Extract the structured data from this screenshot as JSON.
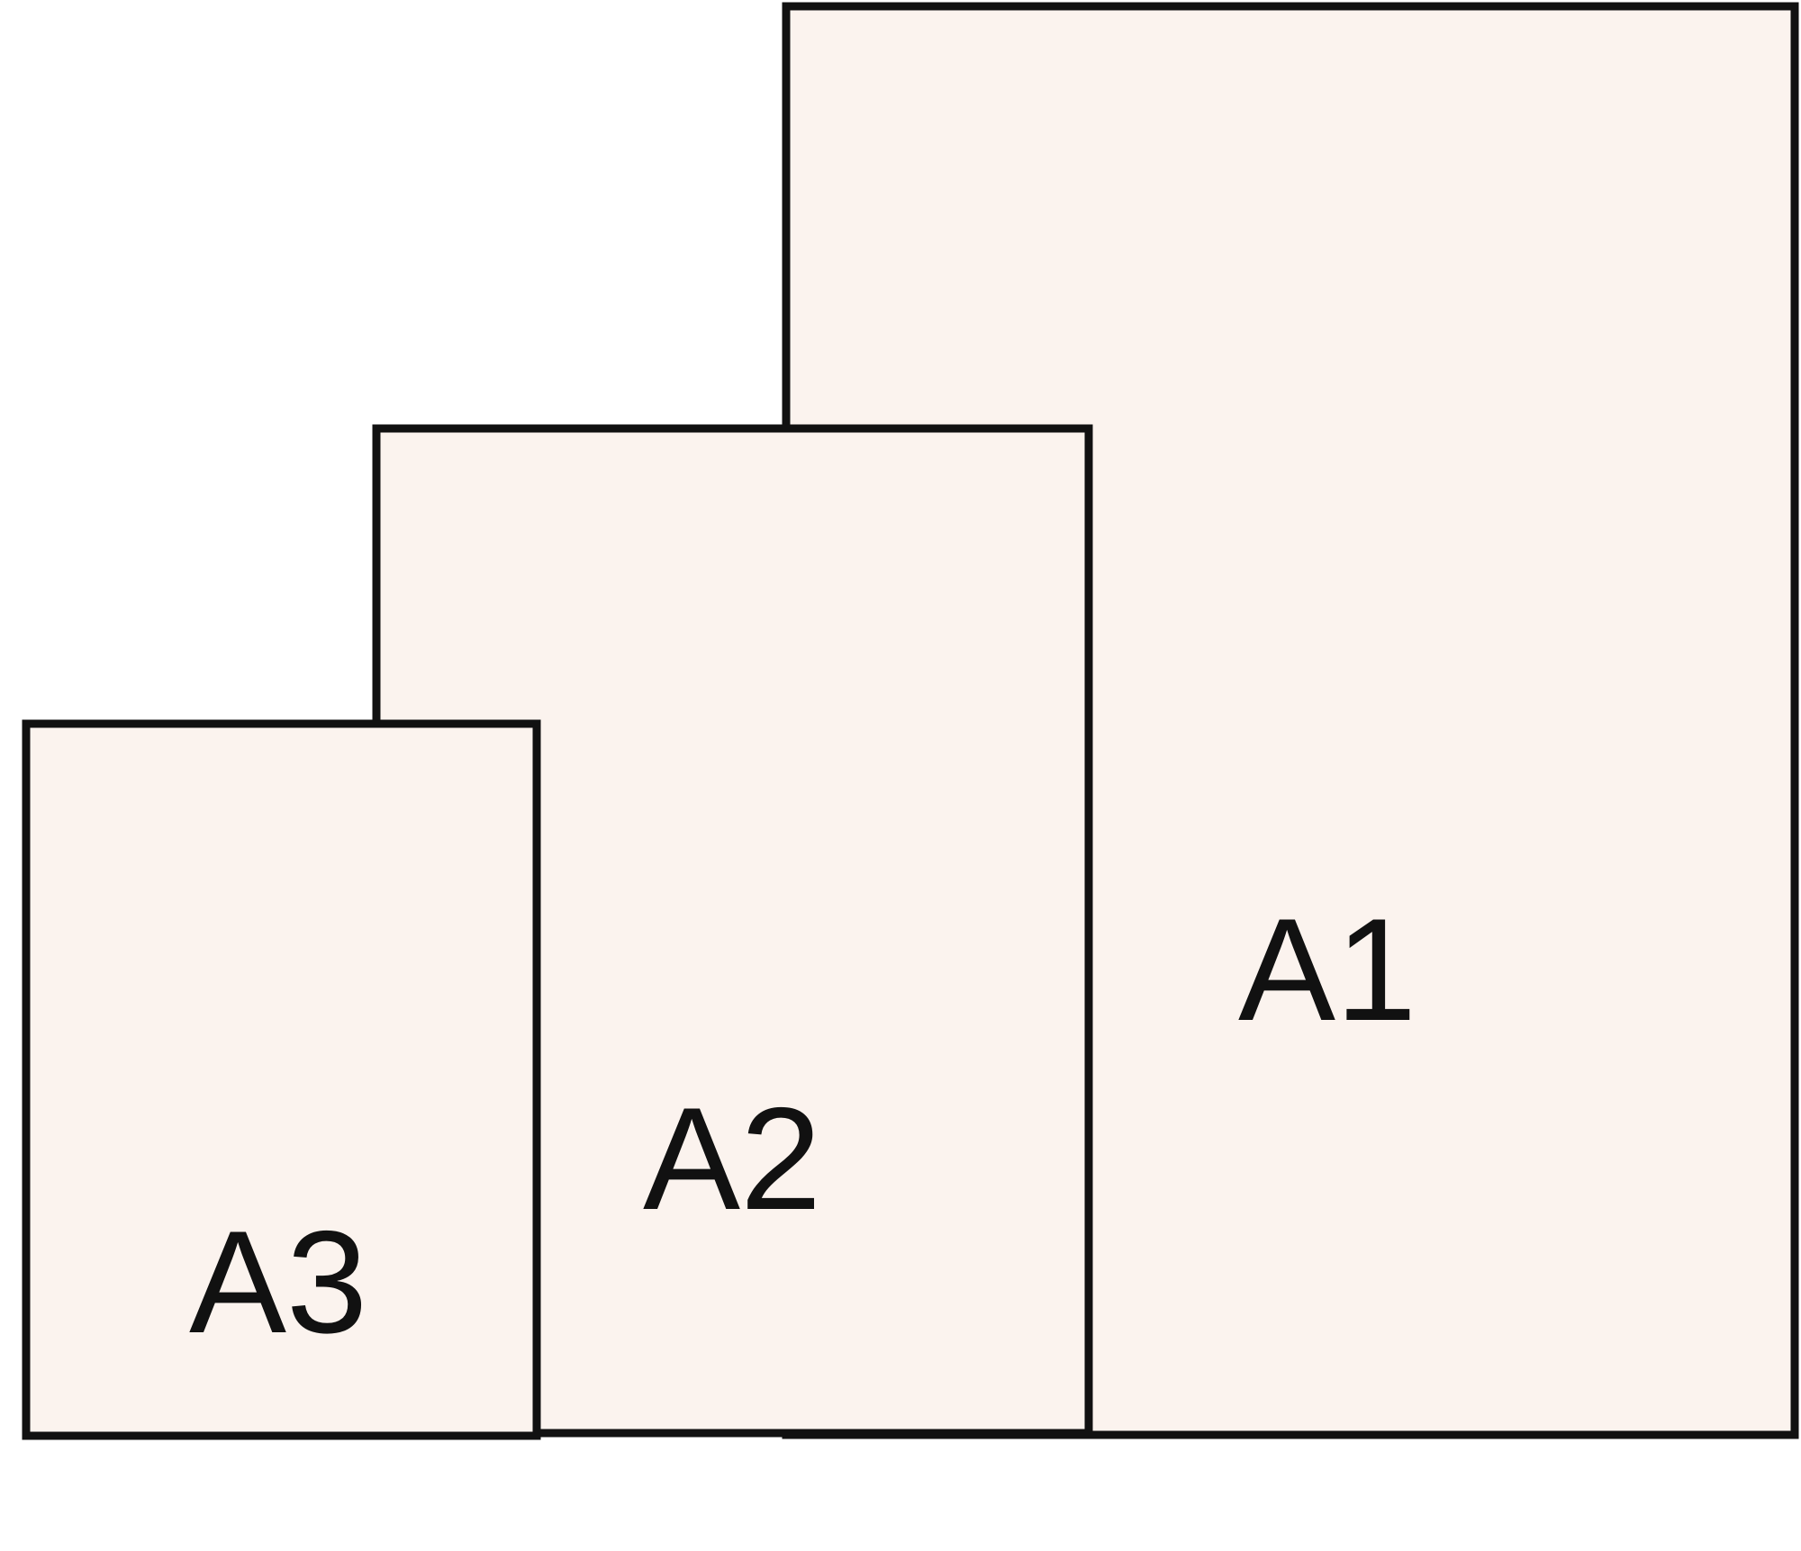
{
  "colors": {
    "sheet_fill": "#FBF3EE",
    "outline": "#111111",
    "background": "#FFFFFF"
  },
  "sheets": [
    {
      "id": "a1",
      "label": "A1"
    },
    {
      "id": "a2",
      "label": "A2"
    },
    {
      "id": "a3",
      "label": "A3"
    }
  ]
}
